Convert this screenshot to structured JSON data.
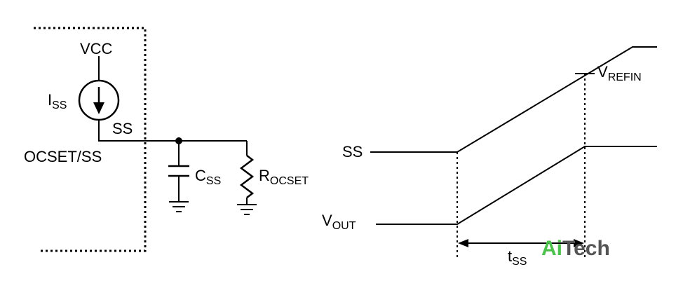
{
  "circuit": {
    "vcc_label": "VCC",
    "iss_main": "I",
    "iss_sub": "SS",
    "ss_node_label": "SS",
    "pin_label": "OCSET/SS",
    "css_main": "C",
    "css_sub": "SS",
    "rocset_main": "R",
    "rocset_sub": "OCSET"
  },
  "timing": {
    "ss_label": "SS",
    "vout_main": "V",
    "vout_sub": "OUT",
    "vrefin_main": "V",
    "vrefin_sub": "REFIN",
    "tss_main": "t",
    "tss_sub": "SS"
  },
  "watermark": {
    "part1": "Ai",
    "part2": "Tech",
    "color_ai": "#4cc24c",
    "color_tech": "#555555"
  }
}
